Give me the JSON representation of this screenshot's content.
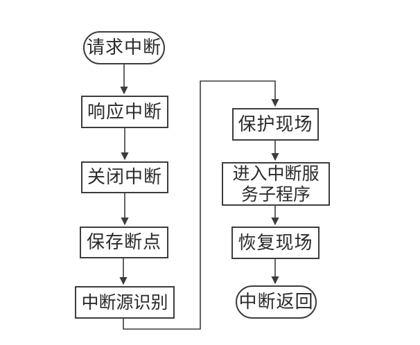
{
  "diagram": {
    "type": "flowchart",
    "background": "#ffffff",
    "line_color": "#3c3c3c",
    "text_color": "#2a2a2a",
    "nodes": {
      "request_interrupt": {
        "label": "请求中断",
        "shape": "stadium"
      },
      "respond_interrupt": {
        "label": "响应中断",
        "shape": "rect"
      },
      "close_interrupt": {
        "label": "关闭中断",
        "shape": "rect"
      },
      "save_breakpoint": {
        "label": "保存断点",
        "shape": "rect"
      },
      "identify_interrupt_source": {
        "label": "中断源识别",
        "shape": "rect"
      },
      "protect_scene": {
        "label": "保护现场",
        "shape": "rect"
      },
      "enter_interrupt_service_routine": {
        "label": "进入中断服务子程序",
        "shape": "rect"
      },
      "restore_scene": {
        "label": "恢复现场",
        "shape": "rect"
      },
      "interrupt_return": {
        "label": "中断返回",
        "shape": "stadium"
      }
    },
    "edges": [
      {
        "from": "请求中断",
        "to": "响应中断"
      },
      {
        "from": "响应中断",
        "to": "关闭中断"
      },
      {
        "from": "关闭中断",
        "to": "保存断点"
      },
      {
        "from": "保存断点",
        "to": "中断源识别"
      },
      {
        "from": "中断源识别",
        "to": "保护现场"
      },
      {
        "from": "保护现场",
        "to": "进入中断服务子程序"
      },
      {
        "from": "进入中断服务子程序",
        "to": "恢复现场"
      },
      {
        "from": "恢复现场",
        "to": "中断返回"
      }
    ]
  }
}
